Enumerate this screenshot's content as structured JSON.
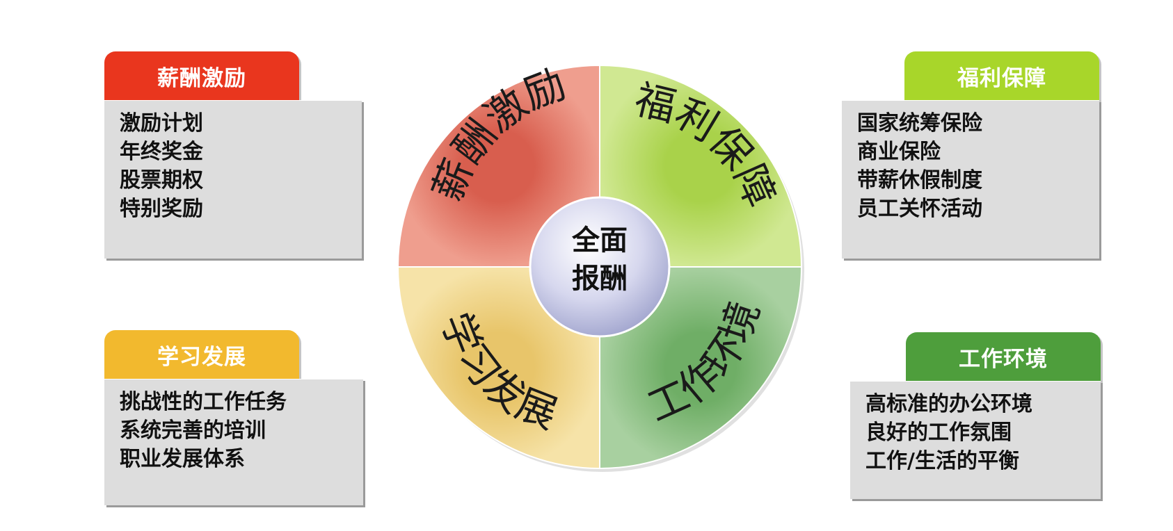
{
  "center": {
    "line1": "全面",
    "line2": "报酬"
  },
  "quadrants": [
    {
      "id": "comp",
      "label": "薪酬激励",
      "fill": "#e8877a",
      "tab_color": "#e9361e",
      "items": [
        "激励计划",
        "年终奖金",
        "股票期权",
        "特别奖励"
      ]
    },
    {
      "id": "benefit",
      "label": "福利保障",
      "fill": "#c5e27a",
      "tab_color": "#a8d62a",
      "items": [
        "国家统筹保险",
        "商业保险",
        "带薪休假制度",
        "员工关怀活动"
      ]
    },
    {
      "id": "learn",
      "label": "学习发展",
      "fill": "#f0d68c",
      "tab_color": "#f2b92e",
      "items": [
        "挑战性的工作任务",
        "系统完善的培训",
        "职业发展体系"
      ]
    },
    {
      "id": "env",
      "label": "工作环境",
      "fill": "#93c38a",
      "tab_color": "#4e9e3c",
      "items": [
        "高标准的办公环境",
        "良好的工作氛围",
        "工作/生活的平衡"
      ]
    }
  ]
}
